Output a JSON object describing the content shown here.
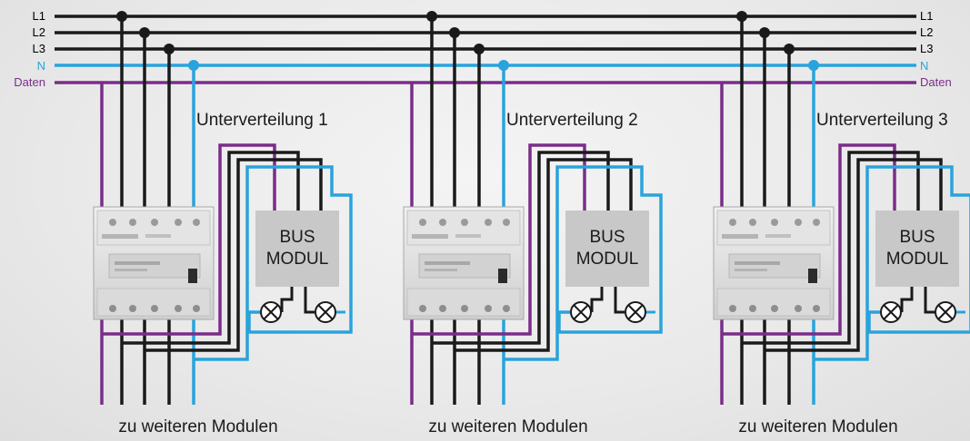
{
  "bus_lines": [
    {
      "label": "L1",
      "color": "#1a1a1a"
    },
    {
      "label": "L2",
      "color": "#1a1a1a"
    },
    {
      "label": "L3",
      "color": "#1a1a1a"
    },
    {
      "label": "N",
      "color": "#29a3dc"
    },
    {
      "label": "Daten",
      "color": "#7a2d8a"
    }
  ],
  "colors": {
    "phase": "#1a1a1a",
    "neutral": "#29a3dc",
    "data": "#7a2d8a",
    "module_box": "#c8c8c8"
  },
  "distribution_boards": [
    {
      "title": "Unterverteilung 1",
      "module_line1": "BUS",
      "module_line2": "MODUL",
      "footer": "zu weiteren Modulen"
    },
    {
      "title": "Unterverteilung 2",
      "module_line1": "BUS",
      "module_line2": "MODUL",
      "footer": "zu weiteren Modulen"
    },
    {
      "title": "Unterverteilung 3",
      "module_line1": "BUS",
      "module_line2": "MODUL",
      "footer": "zu weiteren Modulen"
    }
  ],
  "icons": {
    "breaker": "rcd-breaker-icon",
    "lamp": "lamp-icon",
    "junction": "junction-dot-icon"
  }
}
